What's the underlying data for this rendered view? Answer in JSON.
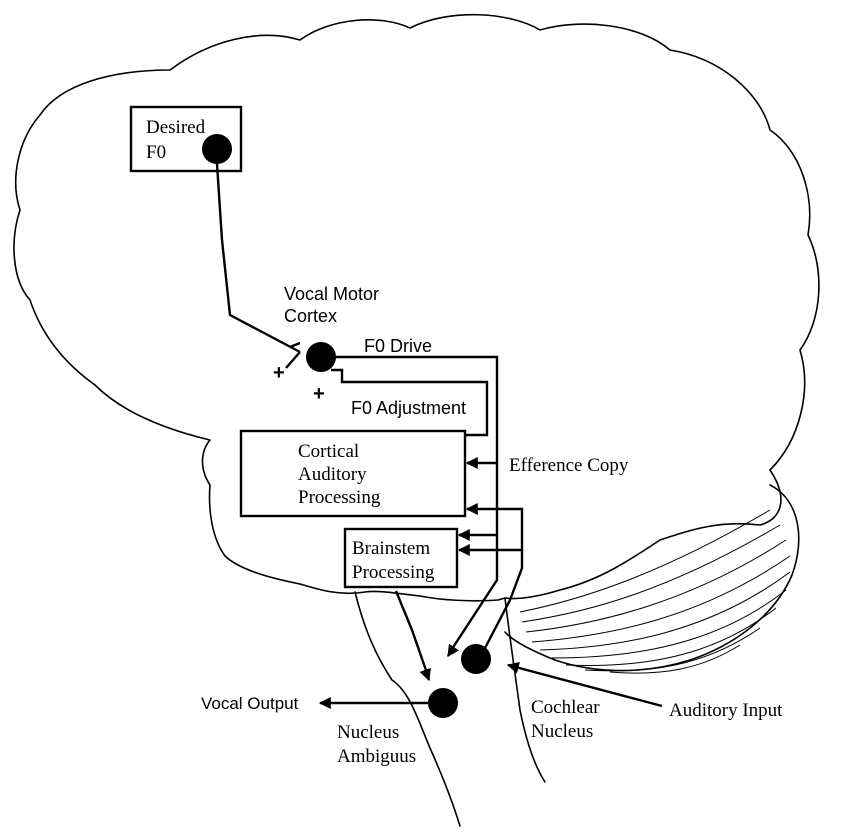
{
  "labels": {
    "desired_f0_line1": "Desired",
    "desired_f0_line2": "F0",
    "vocal_motor_cortex_line1": "Vocal Motor",
    "vocal_motor_cortex_line2": "Cortex",
    "f0_drive": "F0 Drive",
    "f0_adjustment": "F0 Adjustment",
    "cortical_auditory_line1": "Cortical",
    "cortical_auditory_line2": "Auditory",
    "cortical_auditory_line3": "Processing",
    "efference_copy": "Efference Copy",
    "brainstem_line1": "Brainstem",
    "brainstem_line2": "Processing",
    "vocal_output": "Vocal Output",
    "nucleus_ambiguus_line1": "Nucleus",
    "nucleus_ambiguus_line2": "Ambiguus",
    "cochlear_nucleus_line1": "Cochlear",
    "cochlear_nucleus_line2": "Nucleus",
    "auditory_input": "Auditory Input",
    "plus_sign_upper": "+",
    "plus_sign_lower": "+"
  },
  "colors": {
    "line": "#000000",
    "background": "#ffffff"
  }
}
